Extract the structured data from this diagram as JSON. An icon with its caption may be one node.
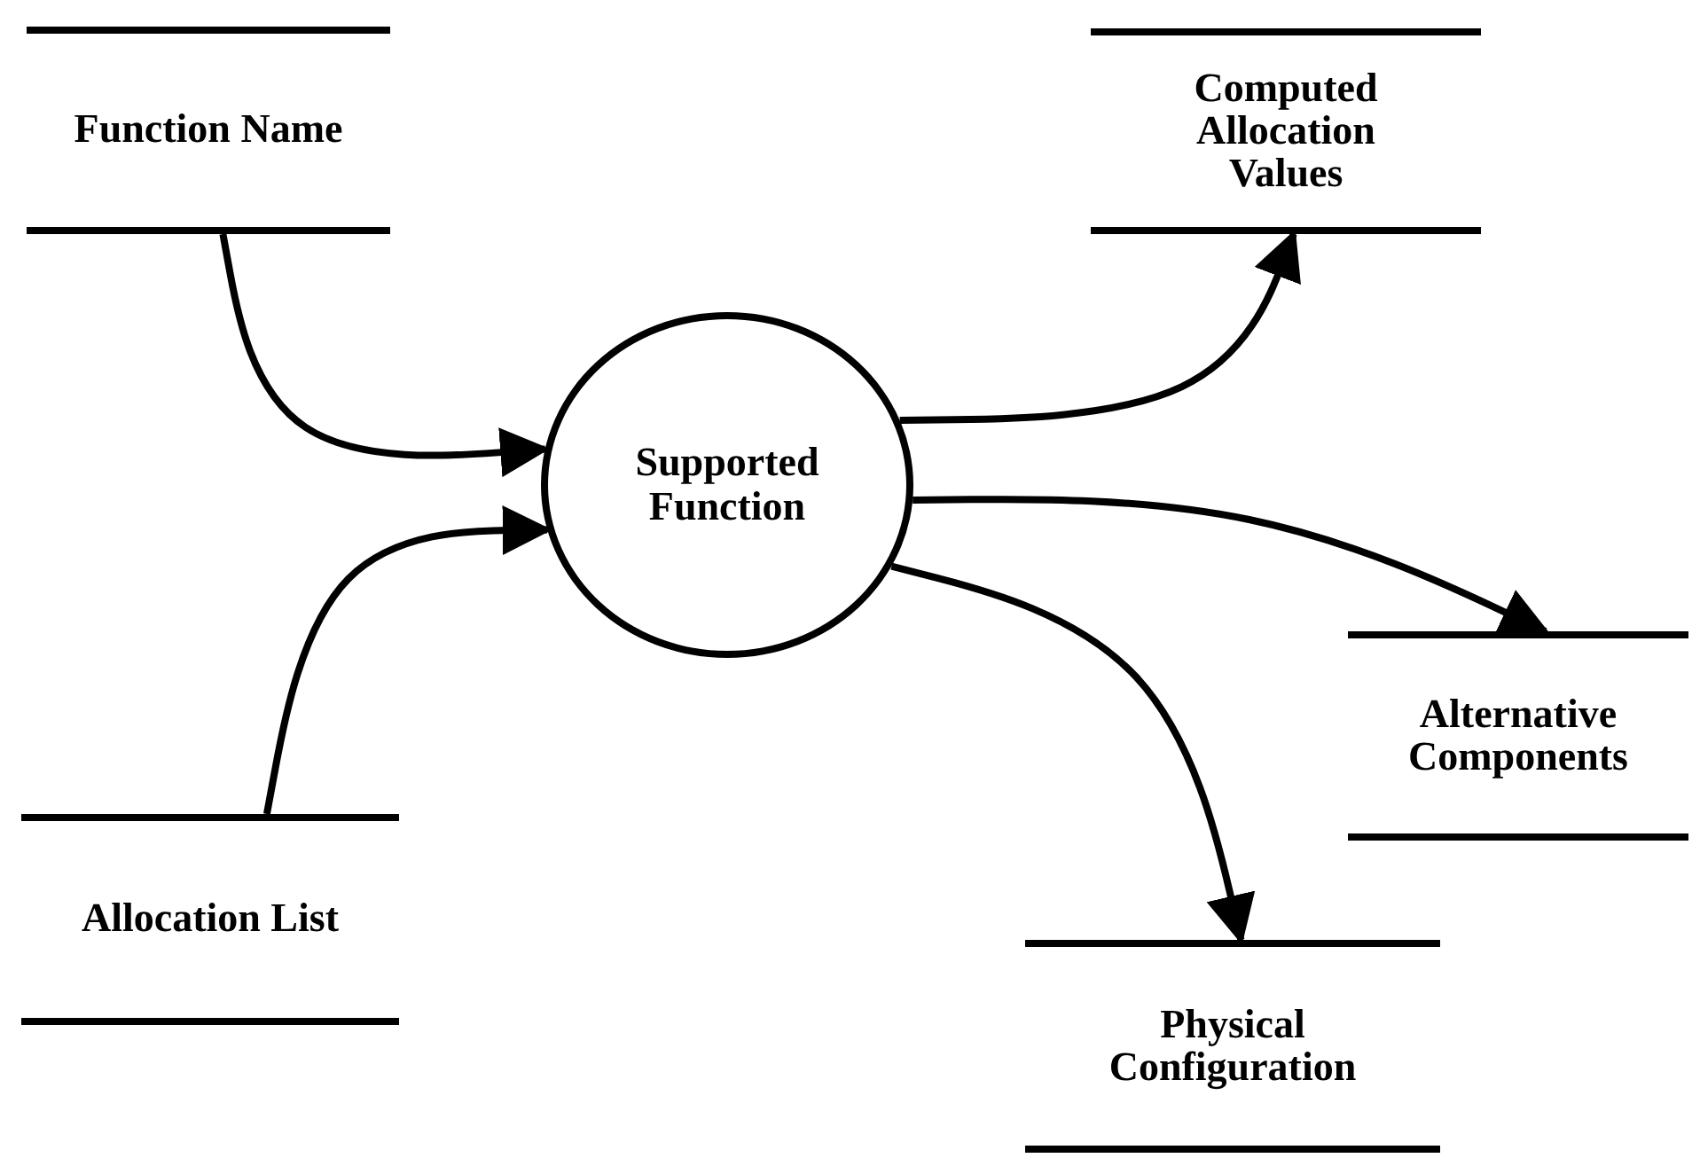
{
  "diagram": {
    "nodes": [
      {
        "text": [
          "Function Name"
        ]
      },
      {
        "text": [
          "Computed Allocation Values"
        ]
      },
      {
        "text": [
          "Supported Function"
        ]
      },
      {
        "text": [
          "Alternative Components"
        ]
      },
      {
        "text": [
          "Allocation List"
        ]
      },
      {
        "text": [
          "Physical Configuration"
        ]
      }
    ],
    "edges": [
      {
        "from": 0,
        "to": 2,
        "arrow": "to"
      },
      {
        "from": 4,
        "to": 2,
        "arrow": "to"
      },
      {
        "from": 2,
        "to": 1,
        "arrow": "to"
      },
      {
        "from": 2,
        "to": 3,
        "arrow": "to"
      },
      {
        "from": 2,
        "to": 5,
        "arrow": "to"
      }
    ]
  }
}
